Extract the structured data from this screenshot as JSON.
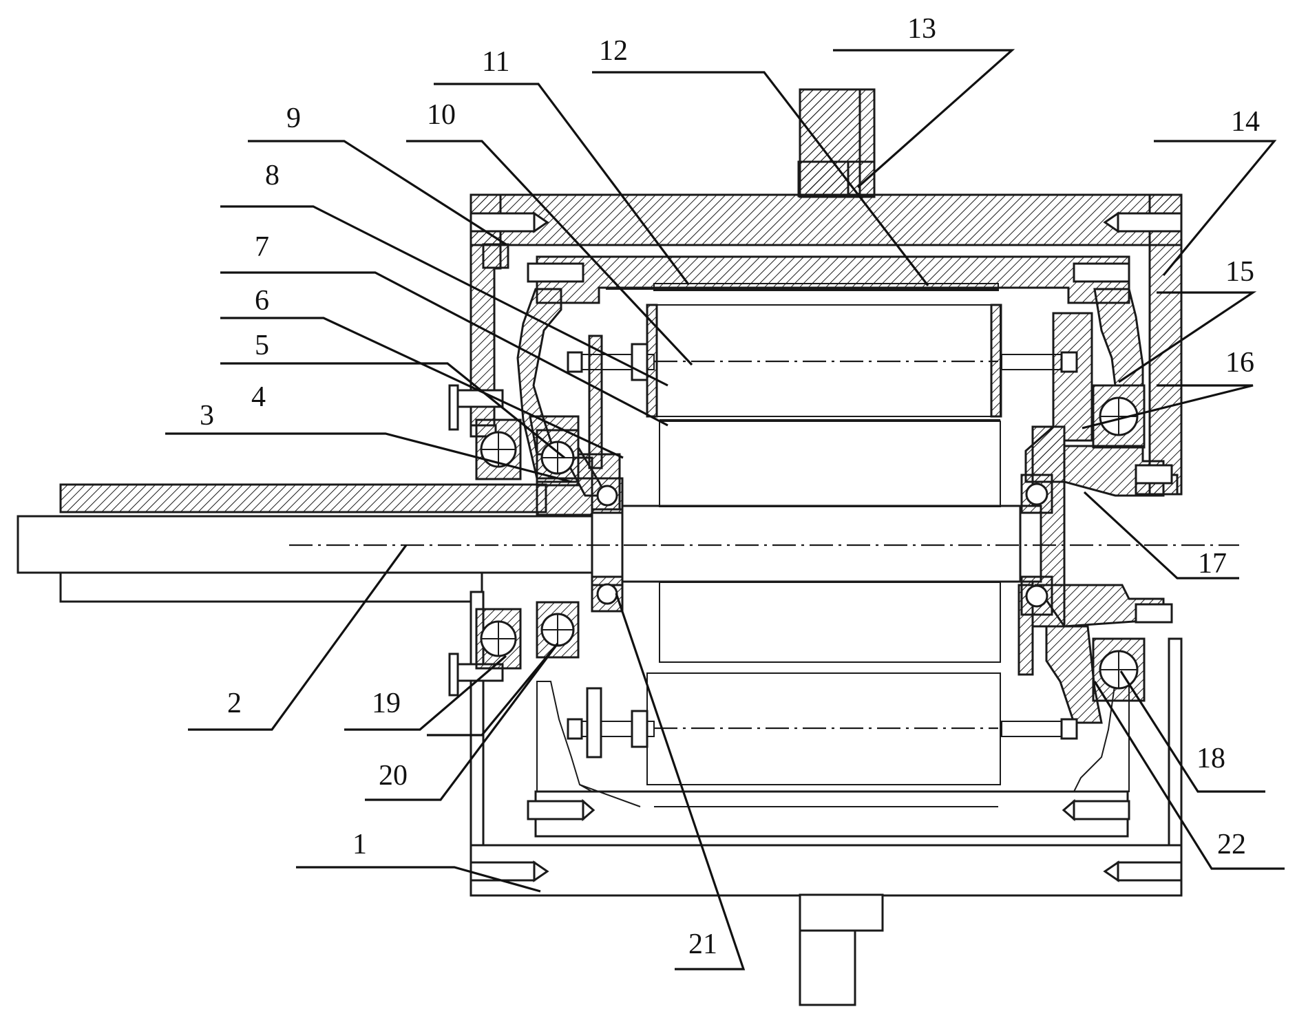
{
  "labels": [
    {
      "id": "1",
      "text": "1"
    },
    {
      "id": "2",
      "text": "2"
    },
    {
      "id": "3",
      "text": "3"
    },
    {
      "id": "4",
      "text": "4"
    },
    {
      "id": "5",
      "text": "5"
    },
    {
      "id": "6",
      "text": "6"
    },
    {
      "id": "7",
      "text": "7"
    },
    {
      "id": "8",
      "text": "8"
    },
    {
      "id": "9",
      "text": "9"
    },
    {
      "id": "10",
      "text": "10"
    },
    {
      "id": "11",
      "text": "11"
    },
    {
      "id": "12",
      "text": "12"
    },
    {
      "id": "13",
      "text": "13"
    },
    {
      "id": "14",
      "text": "14"
    },
    {
      "id": "15",
      "text": "15"
    },
    {
      "id": "16",
      "text": "16"
    },
    {
      "id": "17",
      "text": "17"
    },
    {
      "id": "18",
      "text": "18"
    },
    {
      "id": "19",
      "text": "19"
    },
    {
      "id": "20",
      "text": "20"
    },
    {
      "id": "21",
      "text": "21"
    },
    {
      "id": "22",
      "text": "22"
    }
  ]
}
